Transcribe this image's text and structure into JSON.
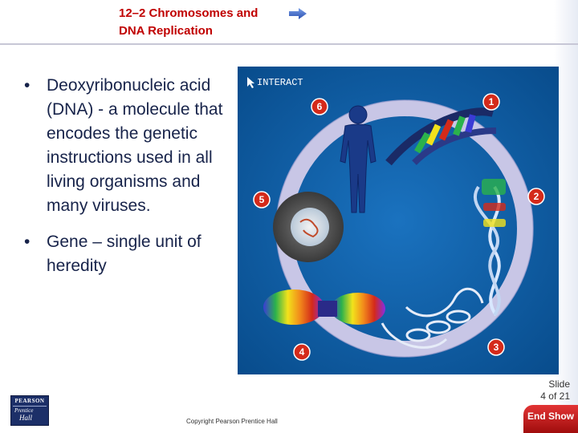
{
  "header": {
    "title_line1": "12–2 Chromosomes and",
    "title_line2": "DNA Replication"
  },
  "bullets": [
    {
      "marker": "•",
      "text": "Deoxyribonucleic acid (DNA) - a molecule that encodes the genetic instructions used in all living organisms and many viruses."
    },
    {
      "marker": "•",
      "text": "Gene – single unit of heredity"
    }
  ],
  "interactive": {
    "interact_label": "INTERACT",
    "steps": [
      "1",
      "2",
      "3",
      "4",
      "5",
      "6"
    ]
  },
  "footer": {
    "slide_label": "Slide",
    "slide_count": "4 of 21",
    "copyright": "Copyright Pearson Prentice Hall",
    "end_show": "End Show",
    "logo": {
      "name": "PEARSON",
      "sub1": "Prentice",
      "sub2": "Hall"
    }
  },
  "colors": {
    "header_red": "#c00000",
    "bullet_text": "#17234a",
    "panel_blue": "#0c5ba0",
    "ring": "#c8c6e6",
    "step_red": "#d42a1a",
    "end_show_red": "#c41d1d"
  }
}
